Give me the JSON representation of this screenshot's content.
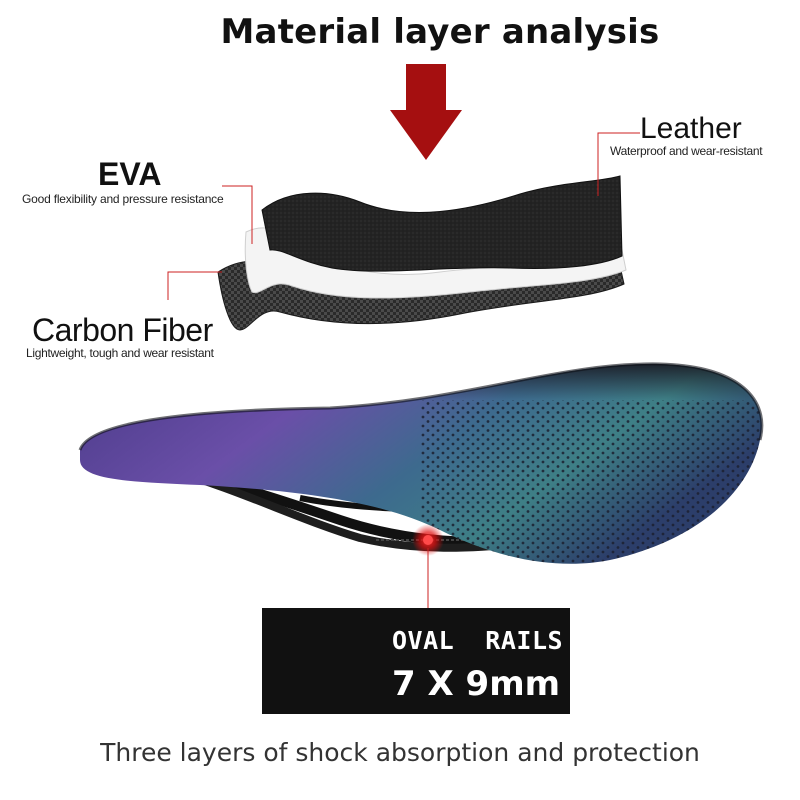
{
  "title": "Material layer analysis",
  "layers": {
    "eva": {
      "name": "EVA",
      "description": "Good flexibility and pressure resistance"
    },
    "leather": {
      "name": "Leather",
      "description": "Waterproof and wear-resistant"
    },
    "carbon": {
      "name": "Carbon Fiber",
      "description": "Lightweight, tough and wear resistant"
    }
  },
  "rails": {
    "label": "OVAL  RAILS",
    "size": "7 X 9mm"
  },
  "caption": "Three layers of shock absorption and protection",
  "colors": {
    "arrow": "#a50f10",
    "accent_red": "#e01010",
    "badge_bg": "#111111"
  },
  "icons": {
    "down_arrow": "down-arrow-icon",
    "oval_rail": "oval-rail-icon"
  }
}
